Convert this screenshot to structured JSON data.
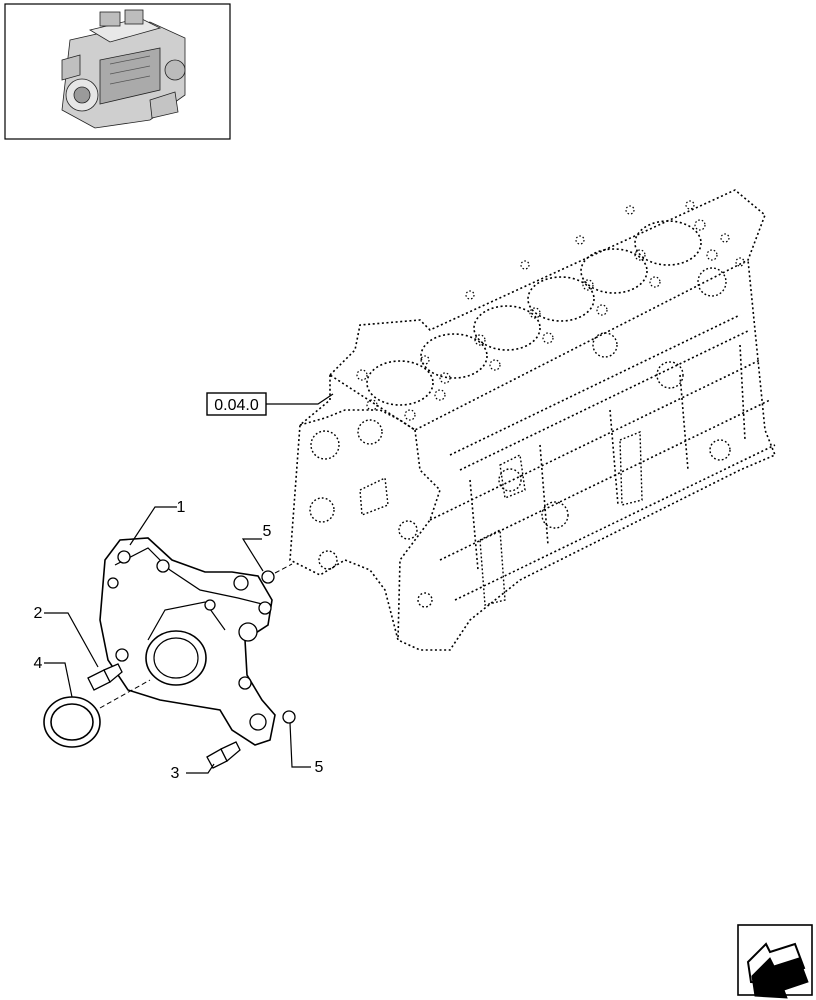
{
  "reference": {
    "label": "0.04.0"
  },
  "callouts": [
    {
      "id": "1",
      "text": "1"
    },
    {
      "id": "2",
      "text": "2"
    },
    {
      "id": "3",
      "text": "3"
    },
    {
      "id": "4",
      "text": "4"
    },
    {
      "id": "5a",
      "text": "5"
    },
    {
      "id": "5b",
      "text": "5"
    }
  ],
  "icons": {
    "thumbnail": "engine-thumbnail-icon",
    "navigation": "next-page-arrow-icon"
  }
}
